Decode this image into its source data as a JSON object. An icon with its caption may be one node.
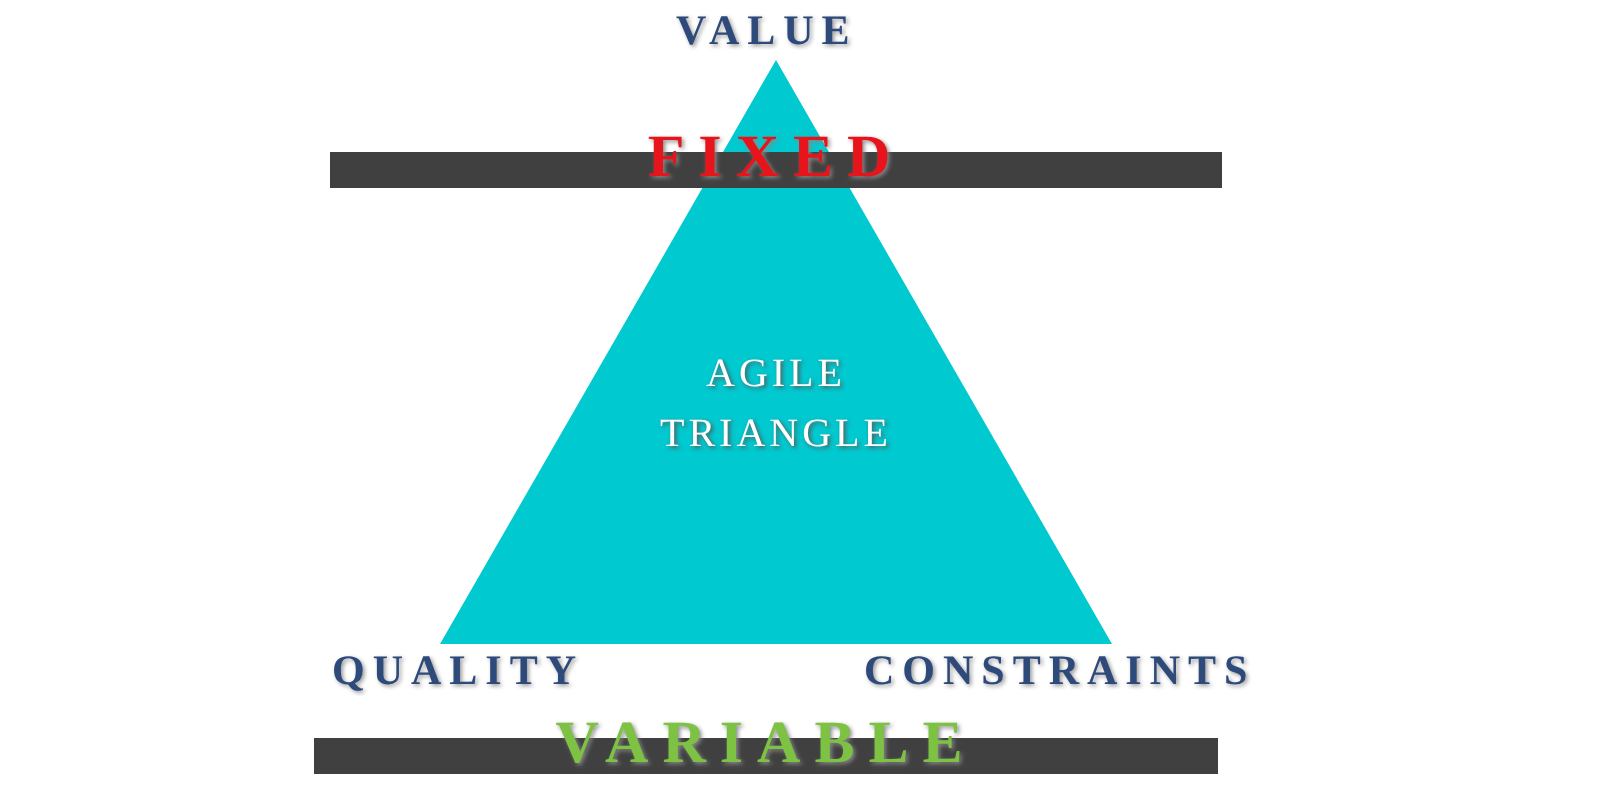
{
  "diagram": {
    "nodes": [
      {
        "text": [
          "FIXED"
        ]
      },
      {
        "text": [
          "AGILE TRIANGLE"
        ]
      },
      {
        "text": [
          "VARIABLE"
        ]
      }
    ],
    "labels": [
      "VALUE",
      "QUALITY",
      "CONSTRAINTS"
    ]
  }
}
